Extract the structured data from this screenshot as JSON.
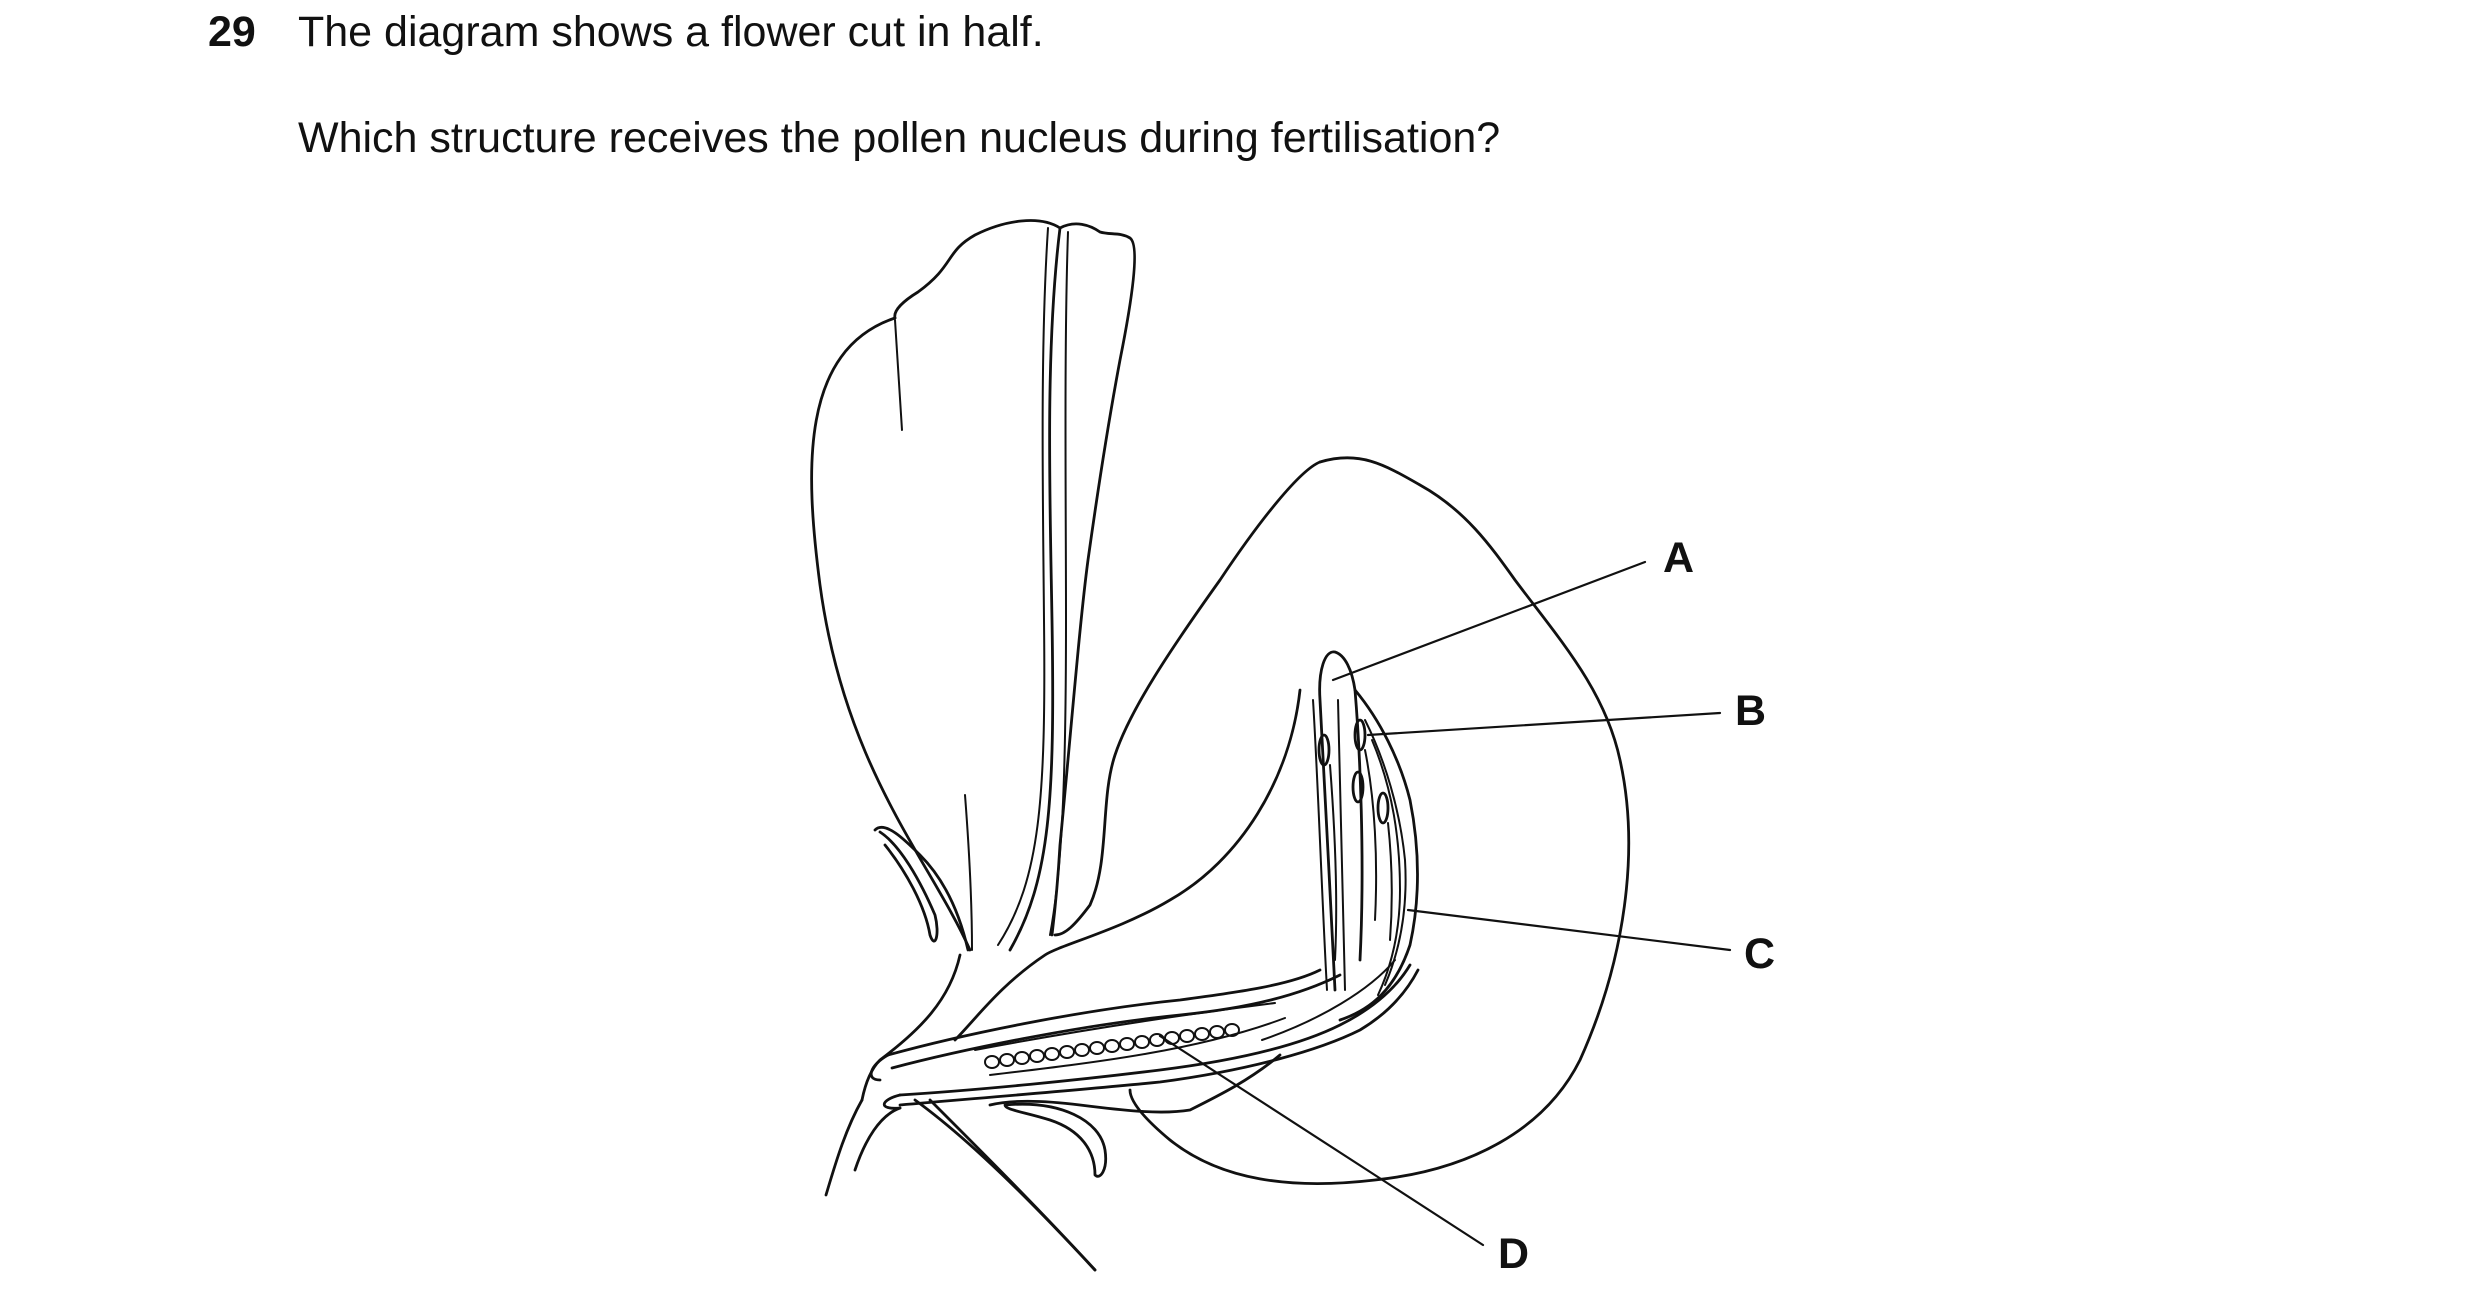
{
  "question": {
    "number": "29",
    "stem": "The diagram shows a flower cut in half.",
    "prompt": "Which structure receives the pollen nucleus during fertilisation?"
  },
  "diagram": {
    "labels": [
      {
        "id": "A",
        "text": "A"
      },
      {
        "id": "B",
        "text": "B"
      },
      {
        "id": "C",
        "text": "C"
      },
      {
        "id": "D",
        "text": "D"
      }
    ]
  }
}
